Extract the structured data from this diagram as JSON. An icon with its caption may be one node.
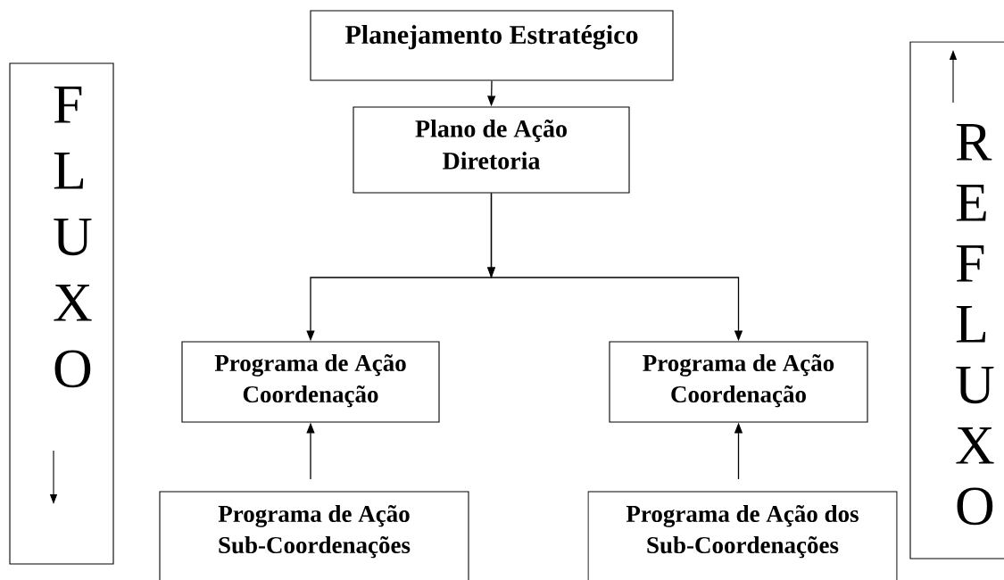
{
  "diagram": {
    "nodes": [
      {
        "text": [
          "Planejamento Estratégico"
        ]
      },
      {
        "text": [
          "Plano de Ação Diretoria"
        ]
      },
      {
        "text": [
          "Programa de Ação Coordenação"
        ]
      },
      {
        "text": [
          "Programa de Ação Coordenação"
        ]
      },
      {
        "text": [
          "Programa de Ação Sub-Coordenações"
        ]
      },
      {
        "text": [
          "Programa de Ação dos Sub-Coordenações"
        ]
      },
      {
        "text": [
          "F L U X O"
        ]
      },
      {
        "text": [
          "R E F L U X O"
        ]
      }
    ],
    "edges": [
      {
        "from": 0,
        "to": 1,
        "arrow": "to"
      },
      {
        "from": 1,
        "to": 2,
        "arrow": "to"
      },
      {
        "from": 1,
        "to": 3,
        "arrow": "to"
      },
      {
        "from": 4,
        "to": 2,
        "arrow": "to"
      },
      {
        "from": 5,
        "to": 3,
        "arrow": "to"
      }
    ]
  }
}
